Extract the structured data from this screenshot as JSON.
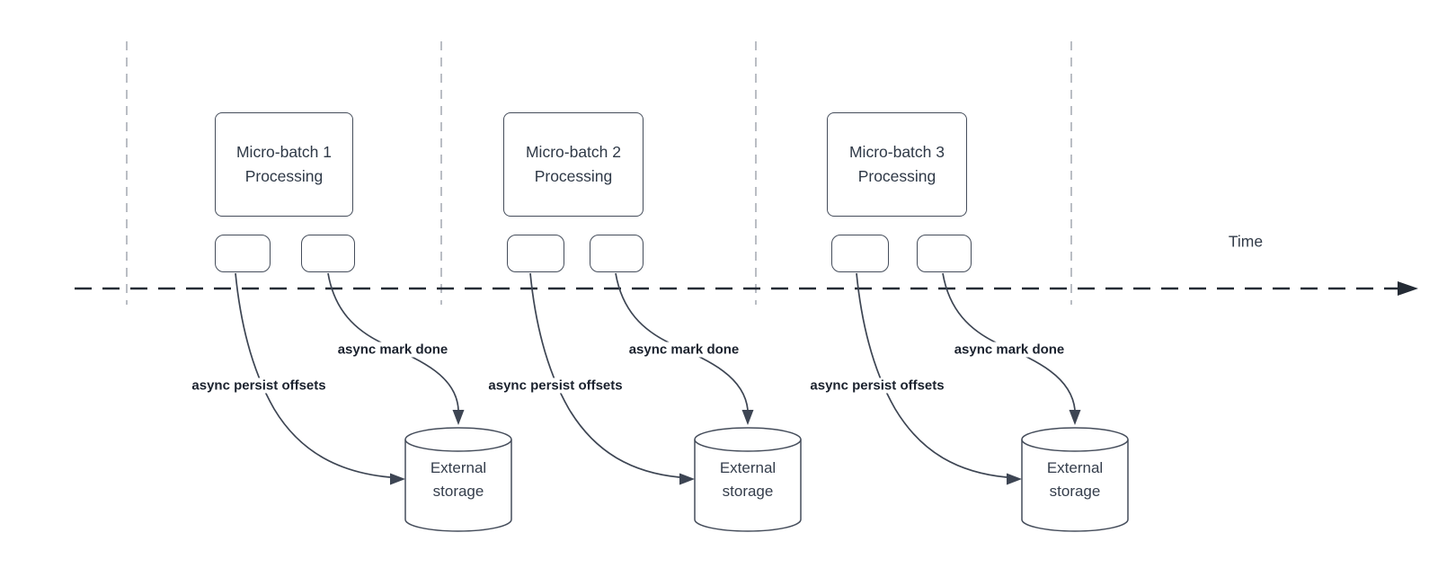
{
  "diagram": {
    "timeline": {
      "label": "Time"
    },
    "batches": [
      {
        "title": "Micro-batch 1",
        "subtitle": "Processing",
        "persist_label": "async persist offsets",
        "done_label": "async mark done",
        "storage_line1": "External",
        "storage_line2": "storage"
      },
      {
        "title": "Micro-batch 2",
        "subtitle": "Processing",
        "persist_label": "async persist offsets",
        "done_label": "async mark done",
        "storage_line1": "External",
        "storage_line2": "storage"
      },
      {
        "title": "Micro-batch 3",
        "subtitle": "Processing",
        "persist_label": "async persist offsets",
        "done_label": "async mark done",
        "storage_line1": "External",
        "storage_line2": "storage"
      }
    ],
    "colors": {
      "background": "#ffffff",
      "curve_stroke": "#3d4553",
      "timeline_stroke": "#242b35",
      "guide_stroke": "#a9adb5",
      "node_border": "#454d5b",
      "node_text": "#2f3947",
      "edge_label_text": "#1b222e",
      "storage_text": "#343d4b"
    }
  }
}
